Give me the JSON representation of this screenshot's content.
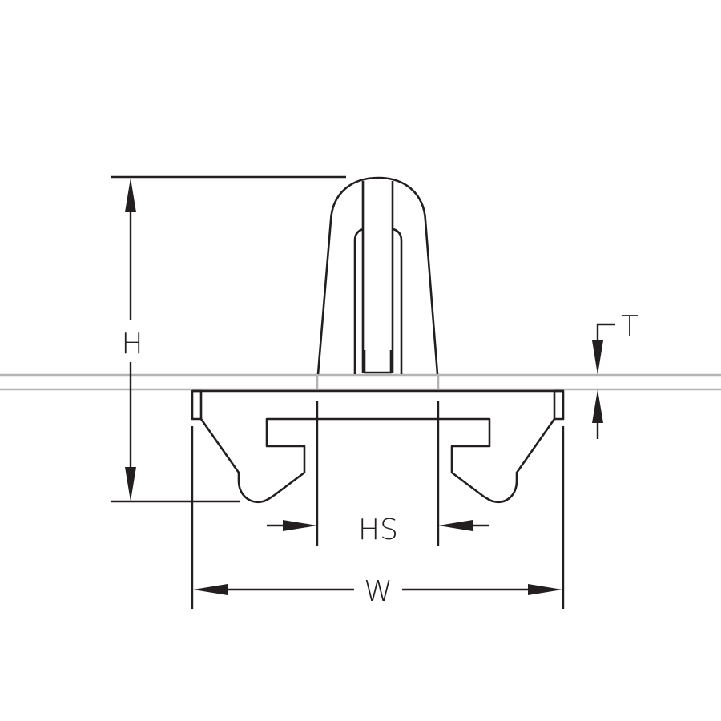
{
  "labels": {
    "height": "H",
    "thickness": "T",
    "hole_size": "HS",
    "width": "W"
  },
  "colors": {
    "line": "#231f20",
    "panel": "#b4b4b4",
    "background": "#ffffff"
  }
}
